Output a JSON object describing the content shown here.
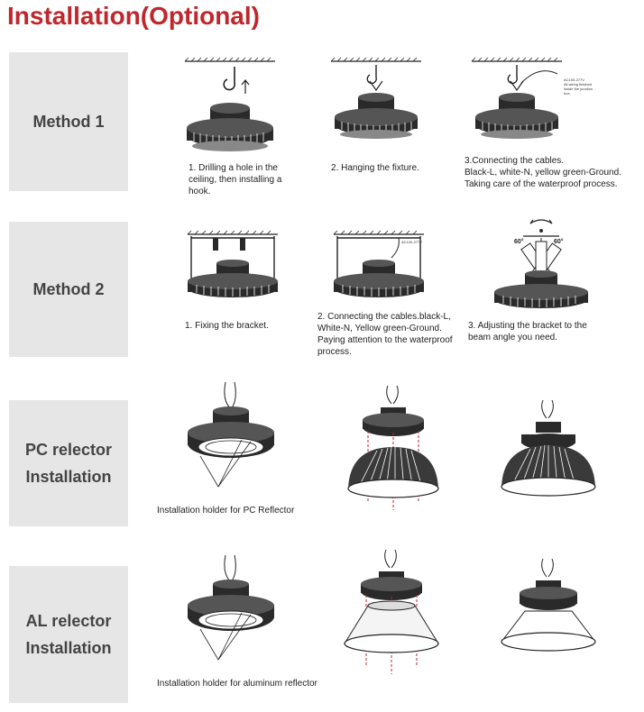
{
  "title": "Installation(Optional)",
  "sections": {
    "method1": {
      "label": "Method 1",
      "steps": [
        "1. Drilling a hole in the ceiling, then installing a hook.",
        "2. Hanging the fixture.",
        "3.Connecting the cables.\nBlack-L, white-N, yellow green-Ground.\nTaking care of the waterproof process."
      ],
      "note": "AC100-277V\nAll wiring finished\ninside the junction\nbox."
    },
    "method2": {
      "label": "Method 2",
      "steps": [
        "1. Fixing the bracket.",
        "2. Connecting the cables.black-L,\nWhite-N, Yellow green-Ground.\nPaying attention to  the waterproof\n process.",
        "3. Adjusting the bracket to the\nbeam angle you need."
      ],
      "angle_left": "60°",
      "angle_right": "60°",
      "note": "AC100-277V"
    },
    "pc": {
      "label_line1": "PC relector",
      "label_line2": "Installation",
      "caption": "Installation holder for PC Reflector"
    },
    "al": {
      "label_line1": "AL relector",
      "label_line2": "Installation",
      "caption": "Installation holder for aluminum reflector"
    }
  }
}
